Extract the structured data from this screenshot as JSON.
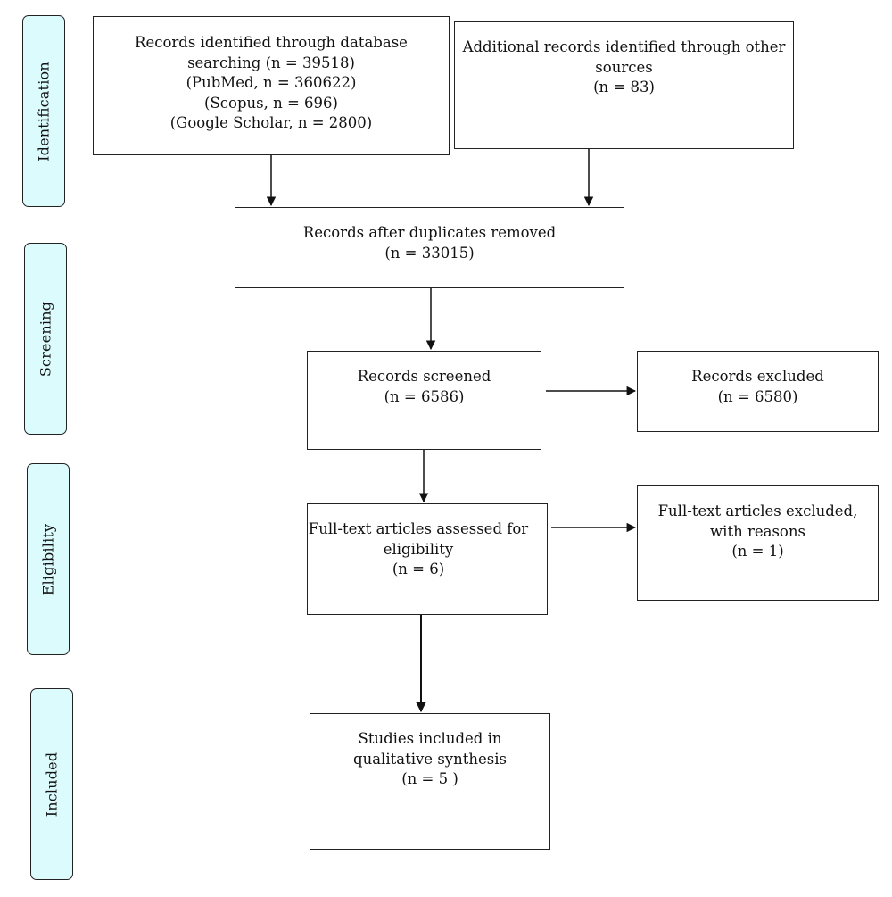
{
  "stages": {
    "identification": "Identification",
    "screening": "Screening",
    "eligibility": "Eligibility",
    "included": "Included"
  },
  "boxes": {
    "database_records": {
      "lines": [
        "Records identified through database",
        "searching  (n = 39518)",
        "(PubMed, n = 360622)",
        "(Scopus, n = 696)",
        "(Google Scholar,  n = 2800)"
      ]
    },
    "other_records": {
      "lines": [
        "Additional records identified through other",
        "sources",
        "(n = 83)"
      ]
    },
    "after_duplicates": {
      "lines": [
        "Records after duplicates removed",
        "(n = 33015)"
      ]
    },
    "screened": {
      "lines": [
        "Records screened",
        "(n = 6586)"
      ]
    },
    "excluded": {
      "lines": [
        "Records excluded",
        "(n = 6580)"
      ]
    },
    "fulltext_assessed": {
      "lines": [
        "Full-text articles assessed for",
        "eligibility",
        "(n = 6)"
      ]
    },
    "fulltext_excluded": {
      "lines": [
        "Full-text articles excluded,",
        "with reasons",
        "(n = 1)"
      ]
    },
    "included_studies": {
      "lines": [
        "Studies included in",
        "qualitative synthesis",
        "(n = 5 )"
      ]
    }
  }
}
